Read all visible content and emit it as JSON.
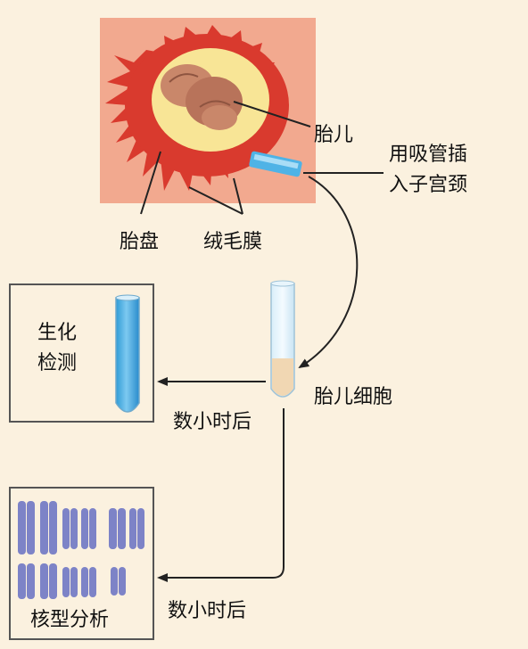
{
  "labels": {
    "fetus": "胎儿",
    "insert_tube": [
      "用吸管插",
      "入子宫颈"
    ],
    "placenta": "胎盘",
    "chorion": "绒毛膜",
    "fetal_cells": "胎儿细胞",
    "biochem_test": [
      "生化",
      "检测"
    ],
    "hours_later_1": "数小时后",
    "hours_later_2": "数小时后",
    "karyotype": "核型分析"
  },
  "colors": {
    "background": "#fbf1df",
    "uterus_bg": "#f2a98f",
    "placenta_red": "#d93a2e",
    "amnion_yellow": "#f8e596",
    "tube_blue": "#4fb3e6",
    "chromosome": "#7d83c7"
  }
}
